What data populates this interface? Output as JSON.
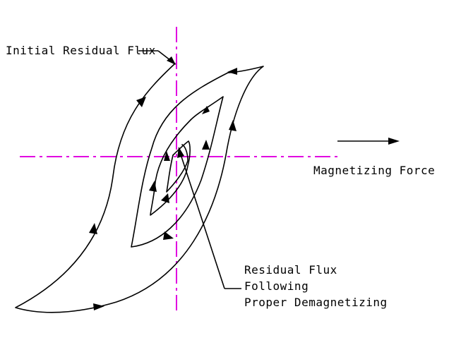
{
  "labels": {
    "initial_residual_flux": "Initial Residual Flux",
    "magnetizing_force": "Magnetizing Force",
    "residual_flux_line1": "Residual Flux",
    "residual_flux_line2": "Following",
    "residual_flux_line3": "Proper Demagnetizing"
  },
  "colors": {
    "axis": "#e000e0",
    "curve": "#000000",
    "background": "#ffffff"
  }
}
